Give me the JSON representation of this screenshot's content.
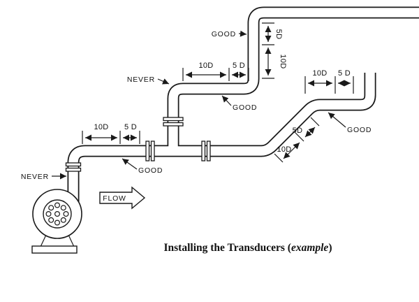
{
  "diagram": {
    "title": {
      "prefix": "Installing the Transducers (",
      "emphasis": "example",
      "suffix": ")"
    },
    "flow_label": "FLOW",
    "labels": {
      "never_pump": "NEVER",
      "never_elbow": "NEVER",
      "good_top": "GOOD",
      "good_mid": "GOOD",
      "good_lower": "GOOD",
      "good_right": "GOOD"
    },
    "dims": {
      "lower": {
        "d10": "10D",
        "d5": "5 D"
      },
      "middle": {
        "d10": "10D",
        "d5": "5 D"
      },
      "riser": {
        "d5": "5D",
        "d10": "10D"
      },
      "diagonal": {
        "d5": "5D",
        "d10": "10D"
      },
      "right": {
        "d10": "10D",
        "d5": "5 D"
      }
    },
    "colors": {
      "line": "#1a1a1a",
      "background": "#ffffff"
    }
  }
}
